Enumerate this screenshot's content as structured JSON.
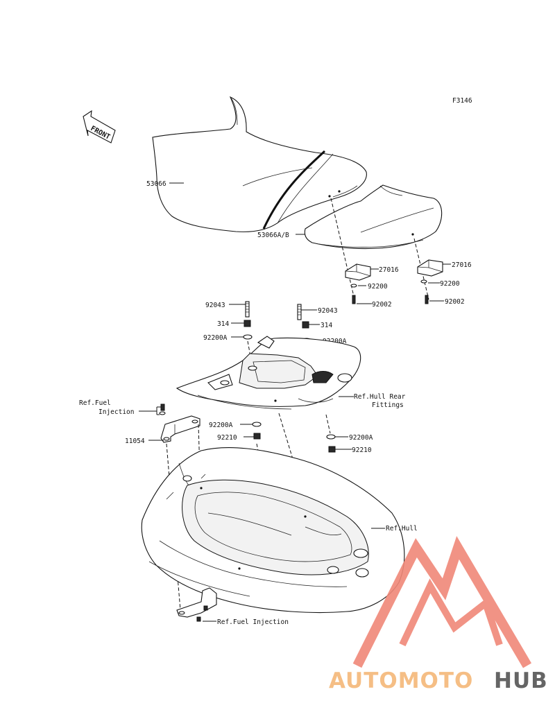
{
  "diagram_code": "F3146",
  "front_label": "FRONT",
  "labels": {
    "seat_front": "53066",
    "seat_rear": "53066A/B",
    "bracket_left": "27016",
    "bracket_right": "27016",
    "washer_l1": "92200",
    "washer_r1": "92200",
    "bolt_l1": "92002",
    "bolt_r1": "92002",
    "stud_left": "92043",
    "stud_right": "92043",
    "nut_left": "314",
    "nut_right": "314",
    "washer_a_left_top": "92200A",
    "washer_a_right_top": "92200A",
    "ref_fuel_injection_1_line1": "Ref.Fuel",
    "ref_fuel_injection_1_line2": "Injection",
    "bracket_11054": "11054",
    "washer_a_mid": "92200A",
    "nut_mid": "92210",
    "washer_a_lower": "92200A",
    "nut_lower": "92210",
    "ref_hull_rear_line1": "Ref.Hull Rear",
    "ref_hull_rear_line2": "Fittings",
    "ref_hull": "Ref.Hull",
    "ref_fuel_injection_2": "Ref.Fuel Injection"
  },
  "watermark": {
    "part1": "AUTOMOTO",
    "part2": "HUB",
    "color_primary": "#f08878",
    "color_secondary": "#f5b878",
    "color_dark": "#555555"
  }
}
